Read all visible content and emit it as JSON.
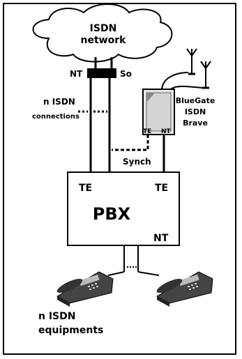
{
  "network": {
    "line1": "ISDN",
    "line2": "network"
  },
  "nt_label": "NT",
  "so_label": "So",
  "connections": {
    "line1": "n ISDN",
    "line2": "connections"
  },
  "bluegate": {
    "line1": "BlueGate",
    "line2": "ISDN",
    "line3": "Brave",
    "te": "TE",
    "nt": "NT"
  },
  "synch_label": "Synch",
  "pbx": {
    "title": "PBX",
    "te_left": "TE",
    "te_right": "TE",
    "nt": "NT"
  },
  "equipments": {
    "line1": "n ISDN",
    "line2": "equipments"
  }
}
